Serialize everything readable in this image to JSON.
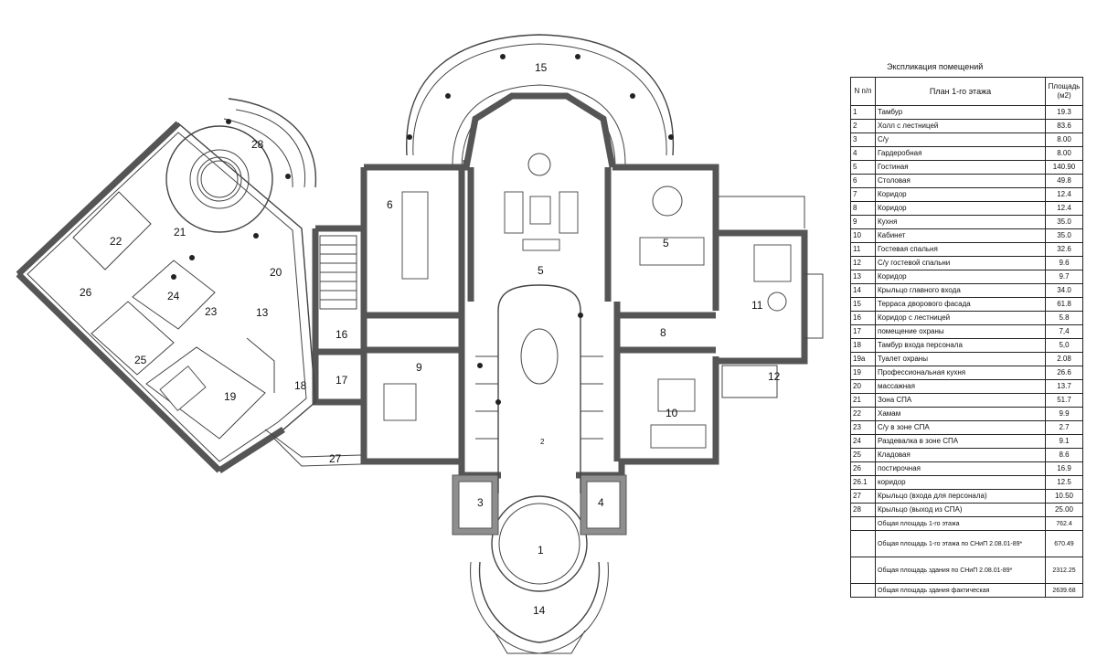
{
  "explication": {
    "caption": "Экспликация помещений",
    "head_n": "N п/п",
    "head_name": "План 1-го этажа",
    "head_area": "Площадь (м2)",
    "rows": [
      {
        "n": "1",
        "name": "Тамбур",
        "area": "19.3"
      },
      {
        "n": "2",
        "name": "Холл с лестницей",
        "area": "83.6"
      },
      {
        "n": "3",
        "name": "С/у",
        "area": "8.00"
      },
      {
        "n": "4",
        "name": "Гардеробная",
        "area": "8.00"
      },
      {
        "n": "5",
        "name": "Гостиная",
        "area": "140.90"
      },
      {
        "n": "6",
        "name": "Столовая",
        "area": "49.8"
      },
      {
        "n": "7",
        "name": "Коридор",
        "area": "12.4"
      },
      {
        "n": "8",
        "name": "Коридор",
        "area": "12.4"
      },
      {
        "n": "9",
        "name": "Кухня",
        "area": "35.0"
      },
      {
        "n": "10",
        "name": "Кабинет",
        "area": "35.0"
      },
      {
        "n": "11",
        "name": "Гостевая спальня",
        "area": "32.6"
      },
      {
        "n": "12",
        "name": "С/у гостевой спальни",
        "area": "9.6"
      },
      {
        "n": "13",
        "name": "Коридор",
        "area": "9.7"
      },
      {
        "n": "14",
        "name": "Крыльцо главного входа",
        "area": "34.0"
      },
      {
        "n": "15",
        "name": "Терраса дворового фасада",
        "area": "61.8"
      },
      {
        "n": "16",
        "name": "Коридор с лестницей",
        "area": "5.8"
      },
      {
        "n": "17",
        "name": "помещение охраны",
        "area": "7,4"
      },
      {
        "n": "18",
        "name": "Тамбур входа персонала",
        "area": "5,0"
      },
      {
        "n": "19а",
        "name": "Туалет охраны",
        "area": "2.08"
      },
      {
        "n": "19",
        "name": "Профессиональная кухня",
        "area": "26.6"
      },
      {
        "n": "20",
        "name": "массажная",
        "area": "13.7"
      },
      {
        "n": "21",
        "name": "Зона СПА",
        "area": "51.7"
      },
      {
        "n": "22",
        "name": "Хамам",
        "area": "9.9"
      },
      {
        "n": "23",
        "name": "С/у в зоне СПА",
        "area": "2.7"
      },
      {
        "n": "24",
        "name": "Раздевалка в зоне СПА",
        "area": "9.1"
      },
      {
        "n": "25",
        "name": "Кладовая",
        "area": "8.6"
      },
      {
        "n": "26",
        "name": "постирочная",
        "area": "16.9"
      },
      {
        "n": "26.1",
        "name": "коридор",
        "area": "12.5"
      },
      {
        "n": "27",
        "name": "Крыльцо (входа для персонала)",
        "area": "10.50"
      },
      {
        "n": "28",
        "name": "Крыльцо (выход из СПА)",
        "area": "25.00"
      }
    ],
    "totals": [
      {
        "name": "Общая площадь 1-го этажа",
        "area": "762.4"
      },
      {
        "name": "Общая площадь 1-го этажа по СНиП 2.08.01-89*",
        "area": "670.49"
      },
      {
        "name": "Общая площадь здания по СНиП 2.08.01-89*",
        "area": "2312.25"
      },
      {
        "name": "Общая площадь здания фактическая",
        "area": "2639.68"
      }
    ]
  },
  "plan_labels": {
    "r1": "1",
    "r2": "2",
    "r3": "3",
    "r4": "4",
    "r5a": "5",
    "r5b": "5",
    "r6": "6",
    "r8": "8",
    "r9": "9",
    "r10": "10",
    "r11": "11",
    "r12": "12",
    "r13": "13",
    "r14": "14",
    "r15": "15",
    "r16": "16",
    "r17": "17",
    "r18": "18",
    "r19": "19",
    "r20": "20",
    "r21": "21",
    "r22": "22",
    "r23": "23",
    "r24": "24",
    "r25": "25",
    "r26": "26",
    "r27": "27",
    "r28": "28"
  }
}
